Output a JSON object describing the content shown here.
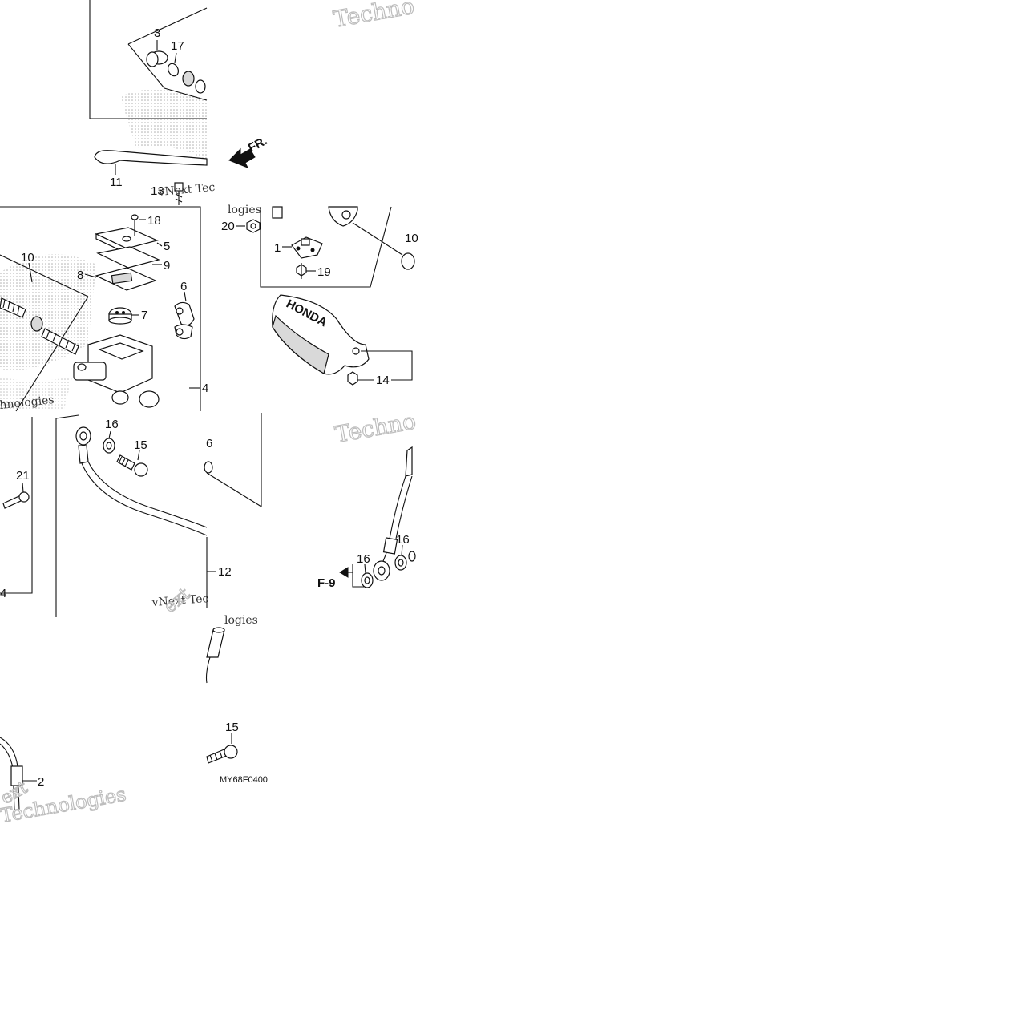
{
  "diagram": {
    "code": "MY68F0400",
    "direction_label": "FR.",
    "ref_label": "F-9",
    "emblem_text": "HONDA",
    "watermarks": {
      "tech": "Techno",
      "next_a": "vNext Tec",
      "next_b": "hnologies",
      "ogies": "logies",
      "ext": "ext",
      "tech_bottom": "Technologies"
    },
    "callouts": {
      "c1": "1",
      "c2": "2",
      "c3": "3",
      "c4a": "4",
      "c4b": "4",
      "c5": "5",
      "c6a": "6",
      "c6b": "6",
      "c7": "7",
      "c8": "8",
      "c9": "9",
      "c10": "10",
      "c10b": "10",
      "c11": "11",
      "c12": "12",
      "c13": "13",
      "c14": "14",
      "c15a": "15",
      "c15b": "15",
      "c16a": "16",
      "c16b": "16",
      "c16c": "16",
      "c17": "17",
      "c18": "18",
      "c19": "19",
      "c20": "20",
      "c21": "21"
    }
  }
}
